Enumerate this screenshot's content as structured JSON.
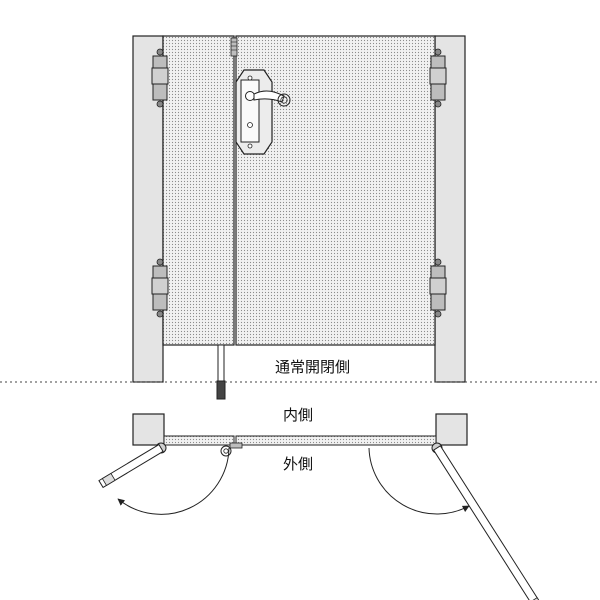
{
  "labels": {
    "normal_open_side": "通常開閉側",
    "inside": "内側",
    "outside": "外側"
  },
  "colors": {
    "line": "#222222",
    "post_fill": "#e4e4e4",
    "panel_fill": "#f1f1f1",
    "panel_dot": "#8a8a8a",
    "hardware_fill": "#bdbdbd",
    "background": "#ffffff"
  },
  "icons": {
    "handle": "lever-handle-icon",
    "hinge": "hinge-icon",
    "rod": "drop-rod-icon",
    "swing_arrow": "curved-arrow-icon"
  }
}
